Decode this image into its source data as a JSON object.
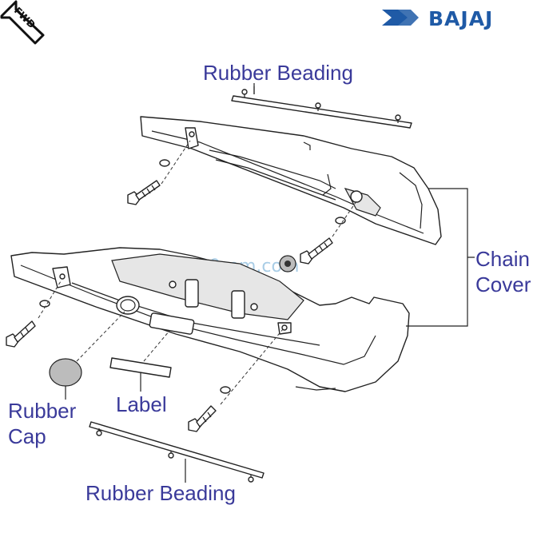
{
  "brand": {
    "name": "BAJAJ",
    "logo_color": "#1f5aa6"
  },
  "fwd_badge": "FWD",
  "watermark": "99rpm.com",
  "labels": {
    "rubber_beading_top": "Rubber Beading",
    "chain_line1": "Chain",
    "chain_line2": "Cover",
    "rubber_line1": "Rubber",
    "rubber_line2": "Cap",
    "label": "Label",
    "rubber_beading_bottom": "Rubber Beading"
  },
  "colors": {
    "label_text": "#3a3a9a",
    "line": "#222222"
  }
}
